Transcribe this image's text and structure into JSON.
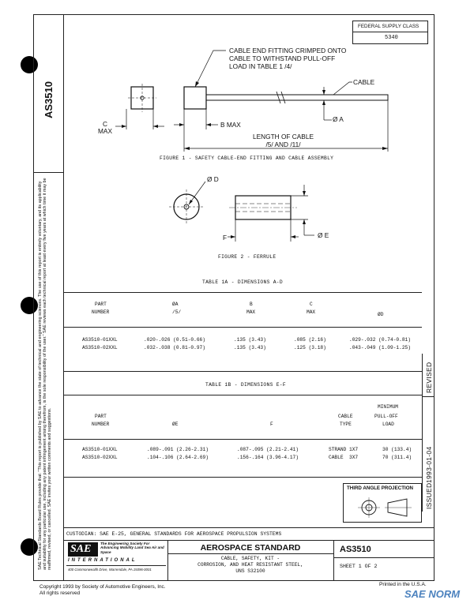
{
  "header": {
    "federal_supply_class_label": "FEDERAL SUPPLY CLASS",
    "federal_supply_class_value": "5340"
  },
  "side": {
    "doc_id": "AS3510",
    "sae_notice": "SAE Technical Standards Board Rules provide that: \"This report is published by SAE to advance the state of technical and engineering sciences. The use of this report is entirely voluntary, and its applicability and suitability for any particular use, including any patent infringement arising therefrom, is the sole responsibility of the user.\" SAE reviews each technical report at least every five years at which time it may be reaffirmed, revised, or cancelled. SAE invites your written comments and suggestions.",
    "revised_label": "REVISED",
    "issued_label": "ISSUED",
    "issued_date": "1993-01-04"
  },
  "figure1": {
    "callout_fitting": "CABLE END FITTING CRIMPED ONTO\nCABLE TO WITHSTAND PULL-OFF\nLOAD IN TABLE 1 /4/",
    "callout_cable": "CABLE",
    "dim_a": "Ø A",
    "dim_b": "B MAX",
    "dim_c": "C\nMAX",
    "length": "LENGTH OF CABLE\n/5/ AND /11/",
    "caption": "FIGURE 1 - SAFETY CABLE-END FITTING AND CABLE ASSEMBLY"
  },
  "figure2": {
    "dim_d": "Ø D",
    "dim_e": "Ø E",
    "dim_f": "F",
    "caption": "FIGURE 2 - FERRULE"
  },
  "table1a": {
    "title": "TABLE 1A - DIMENSIONS A-D",
    "headers": [
      [
        "PART",
        "NUMBER"
      ],
      [
        "ØA",
        "/5/"
      ],
      [
        "B",
        "MAX"
      ],
      [
        "C",
        "MAX"
      ],
      [
        "ØD",
        ""
      ]
    ],
    "rows": [
      [
        "AS3510-01XXL",
        ".020-.026 (0.51-0.66)",
        ".135 (3.43)",
        ".085 (2.16)",
        ".029-.032 (0.74-0.81)"
      ],
      [
        "AS3510-02XXL",
        ".032-.038 (0.81-0.97)",
        ".135 (3.43)",
        ".125 (3.18)",
        ".043-.049 (1.09-1.25)"
      ]
    ]
  },
  "table1b": {
    "title": "TABLE 1B - DIMENSIONS E-F",
    "headers": [
      [
        "PART",
        "NUMBER"
      ],
      [
        "ØE",
        ""
      ],
      [
        "F",
        ""
      ],
      [
        "CABLE",
        "TYPE"
      ],
      [
        "MINIMUM",
        "PULL-OFF",
        "LOAD"
      ]
    ],
    "rows": [
      [
        "AS3510-01XXL",
        ".089-.091 (2.26-2.31)",
        ".087-.095 (2.21-2.41)",
        "STRAND 1X7",
        "30 (133.4)"
      ],
      [
        "AS3510-02XXL",
        ".104-.106 (2.64-2.69)",
        ".156-.164 (3.96-4.17)",
        "CABLE  3X7",
        "70 (311.4)"
      ]
    ]
  },
  "projection": {
    "label": "THIRD ANGLE PROJECTION"
  },
  "title_block": {
    "custodian": "CUSTODIAN:  SAE E-25, GENERAL STANDARDS FOR AEROSPACE PROPULSION SYSTEMS",
    "sae_logo": "SAE",
    "sae_tagline": "The Engineering Society For Advancing Mobility Land Sea Air and Space",
    "international": "INTERNATIONAL",
    "address": "400 Commonwealth Drive, Warrendale, PA 15096-0001",
    "standard_title": "AEROSPACE STANDARD",
    "description": "CABLE, SAFETY, KIT -\nCORROSION, AND HEAT RESISTANT STEEL,\nUNS S32100",
    "doc_number": "AS3510",
    "sheet": "SHEET 1 OF 2"
  },
  "footer": {
    "copyright": "Copyright 1993 by Society of Automotive Engineers, Inc.\nAll rights reserved",
    "printed": "Printed in the U.S.A.",
    "watermark": "SAE NORM"
  }
}
